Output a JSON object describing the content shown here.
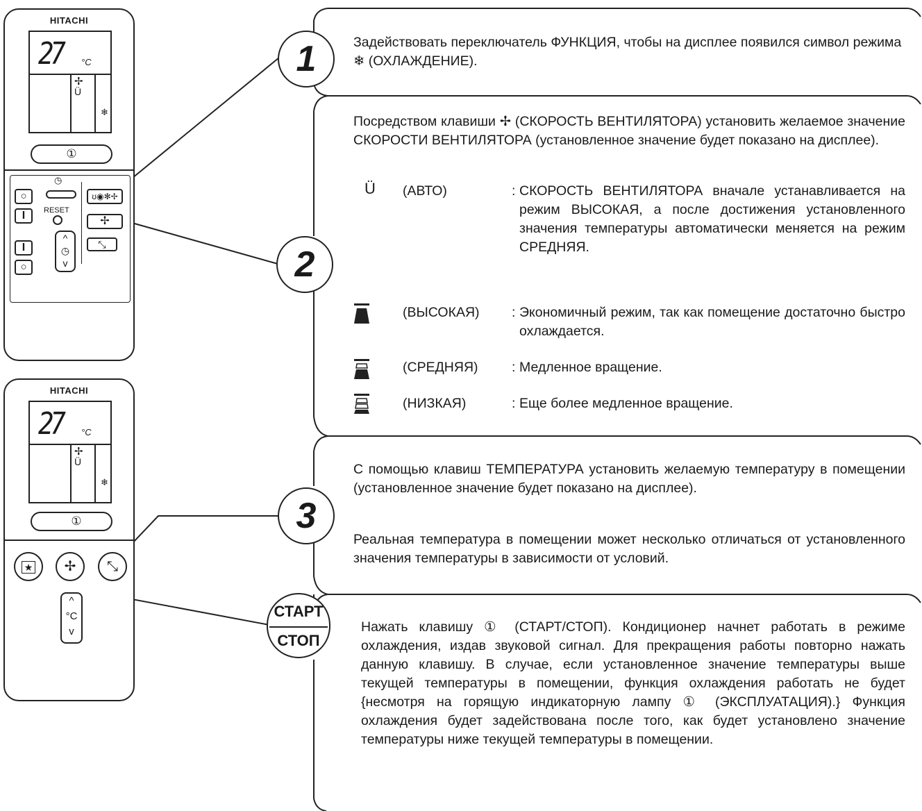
{
  "remote1": {
    "brand": "HITACHI",
    "temperature": "27",
    "unit": "°C",
    "fan_icon": "✢",
    "auto_icon": "Ü",
    "cool_icon": "❄",
    "power_symbol": "①",
    "reset_label": "RESET",
    "mode_button_glyphs": "ʊ◉✻✢",
    "fan_button_glyph": "✢",
    "louver_glyph": "⤡",
    "off_glyph": "○",
    "on_glyph": "I",
    "timer_glyph": "◷",
    "up_glyph": "^",
    "down_glyph": "v"
  },
  "remote2": {
    "brand": "HITACHI",
    "temperature": "27",
    "unit": "°C",
    "fan_icon": "✢",
    "auto_icon": "Ü",
    "cool_icon": "❄",
    "power_symbol": "①",
    "star_glyph": "★",
    "fan_glyph": "✢",
    "swing_glyph": "⤡",
    "temp_unit_label": "°C",
    "up_glyph": "^",
    "down_glyph": "v"
  },
  "steps": {
    "step1": {
      "number": "1",
      "text": "Задействовать переключатель ФУНКЦИЯ, чтобы на дисплее появился символ режима ❄ (ОХЛАЖДЕНИЕ)."
    },
    "step2": {
      "number": "2",
      "intro": "Посредством клавиши ✢ (СКОРОСТЬ ВЕНТИЛЯТОРА) установить желаемое значение СКОРОСТИ ВЕНТИЛЯТОРА (установленное значение будет показано на дисплее).",
      "modes": [
        {
          "icon": "Ü",
          "name": "(АВТО)",
          "sep": ":",
          "desc": "СКОРОСТЬ ВЕНТИЛЯТОРА вначале устанавливается на режим ВЫСОКАЯ, а после достижения установленного значения температуры автоматически меняется на режим СРЕДНЯЯ."
        },
        {
          "icon": "",
          "name": "(ВЫСОКАЯ)",
          "sep": ":",
          "desc": "Экономичный режим, так как помещение достаточно быстро охлаждается."
        },
        {
          "icon": "",
          "name": "(СРЕДНЯЯ)",
          "sep": ":",
          "desc": "Медленное вращение."
        },
        {
          "icon": "",
          "name": "(НИЗКАЯ)",
          "sep": ":",
          "desc": "Еще более медленное вращение."
        }
      ]
    },
    "step3": {
      "number": "3",
      "text1": "С помощью клавиш ТЕМПЕРАТУРА установить желаемую температуру в помещении (установленное значение будет показано на дисплее).",
      "text2": "Реальная температура в помещении может несколько отличаться от установленного значения температуры в зависимости от условий."
    },
    "step4": {
      "badge_line1": "СТАРТ",
      "badge_line2": "СТОП",
      "text": "Нажать клавишу ① (СТАРТ/СТОП). Кондиционер начнет работать в режиме охлаждения, издав звуковой сигнал. Для прекращения работы повторно нажать данную клавишу. В случае, если установленное значение температуры выше текущей температуры в помещении, функция охлаждения работать не будет {несмотря на горящую индикаторную лампу ① (ЭКСПЛУАТАЦИЯ).} Функция охлаждения будет задействована после того, как будет установлено значение температуры ниже текущей температуры в помещении."
    }
  }
}
